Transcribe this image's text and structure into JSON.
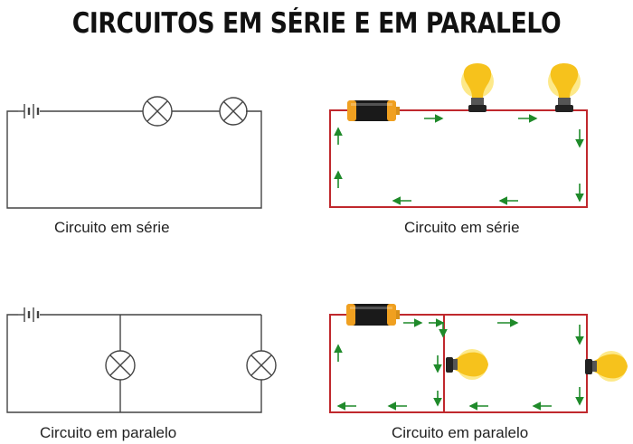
{
  "title": "CIRCUITOS EM SÉRIE E EM PARALELO",
  "captions": {
    "series_schematic": "Circuito em série",
    "series_illustration": "Circuito em série",
    "parallel_schematic": "Circuito em paralelo",
    "parallel_illustration": "Circuito em paralelo"
  },
  "colors": {
    "schematic_wire": "#444444",
    "circuit_wire": "#c0282d",
    "current_arrow": "#1f8a2a",
    "battery_body": "#1a1a1a",
    "battery_band": "#f0a020",
    "bulb_glass": "#f6c21c",
    "bulb_glow": "#fde98a",
    "bulb_base": "#222222"
  },
  "icons": [
    "battery-symbol",
    "lamp-symbol",
    "battery-icon",
    "light-bulb-icon",
    "current-arrow-icon"
  ]
}
